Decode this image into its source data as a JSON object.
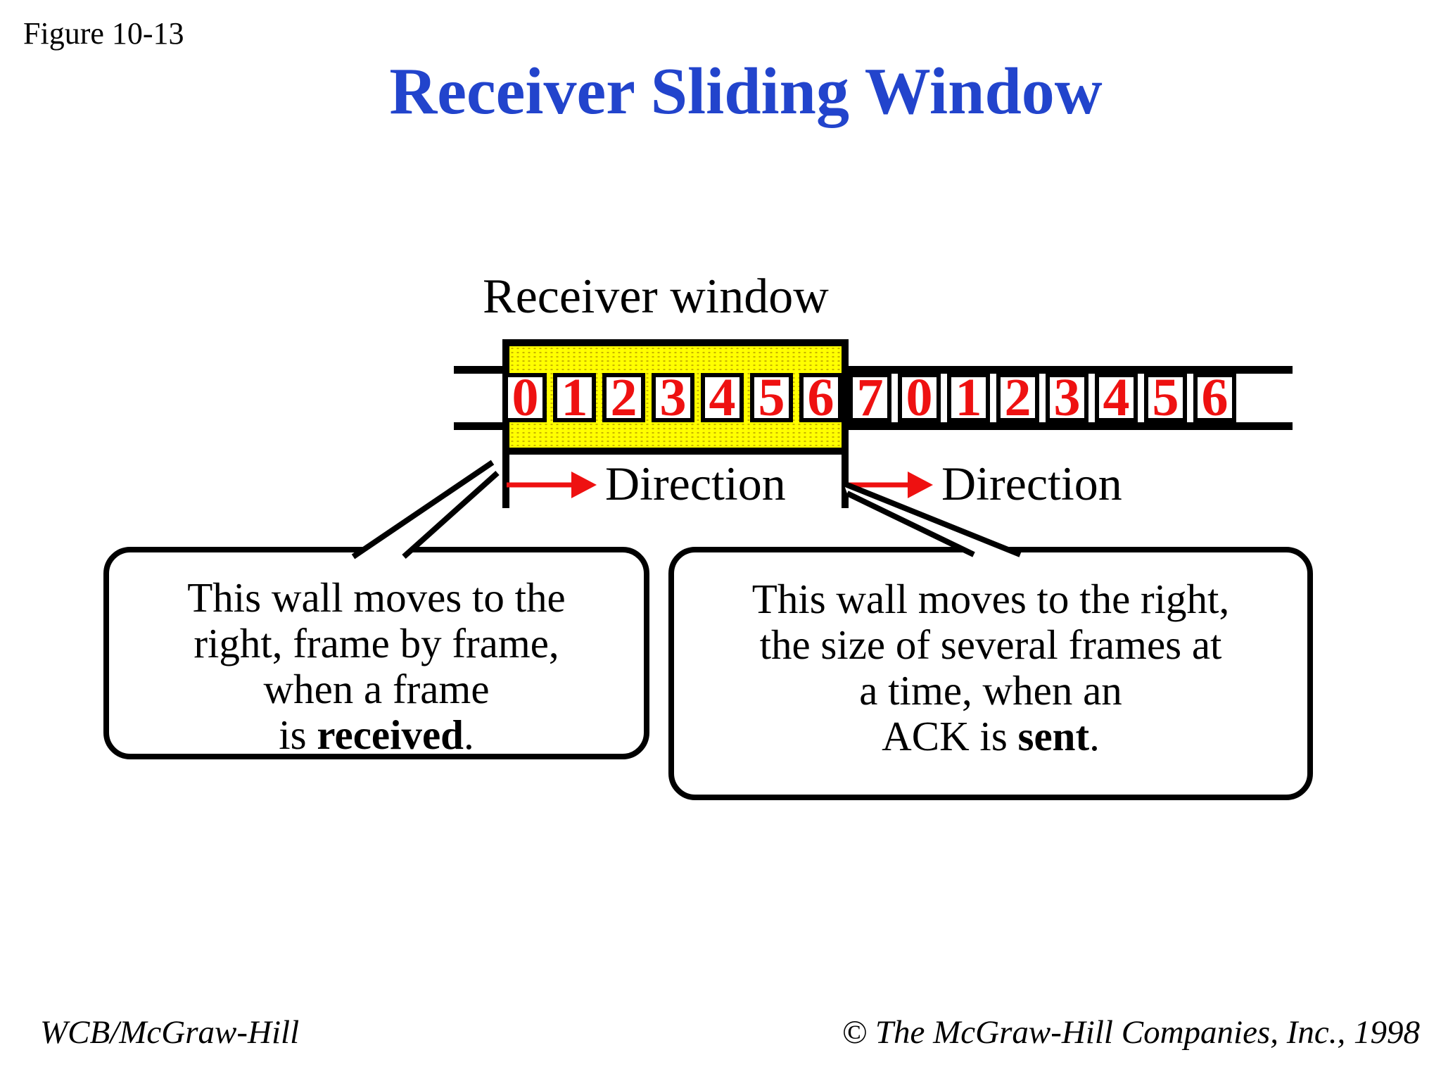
{
  "figure_label": "Figure 10-13",
  "title": "Receiver Sliding Window",
  "diagram": {
    "window_label": "Receiver window",
    "frames": [
      "0",
      "1",
      "2",
      "3",
      "4",
      "5",
      "6",
      "7",
      "0",
      "1",
      "2",
      "3",
      "4",
      "5",
      "6"
    ],
    "window_size": 7,
    "direction_left": "Direction",
    "direction_right": "Direction",
    "callout_left": {
      "lines": [
        "This wall moves to the",
        "right, frame by frame,",
        "when a frame"
      ],
      "last_line": {
        "prefix": "is ",
        "bold": "received",
        "suffix": "."
      }
    },
    "callout_right": {
      "lines": [
        "This wall moves to the right,",
        "the size of several frames at",
        "a time, when an"
      ],
      "last_line": {
        "prefix": "ACK is ",
        "bold": "sent",
        "suffix": "."
      }
    }
  },
  "footer": {
    "left": "WCB/McGraw-Hill",
    "right": "© The McGraw-Hill Companies, Inc., 1998"
  },
  "colors": {
    "title-blue": "#2244CC",
    "frame-red": "#EE1111",
    "arrow-red": "#EE1111",
    "window-yellow": "#FFFF00",
    "window-dot": "#C8B400",
    "ink": "#000000"
  }
}
